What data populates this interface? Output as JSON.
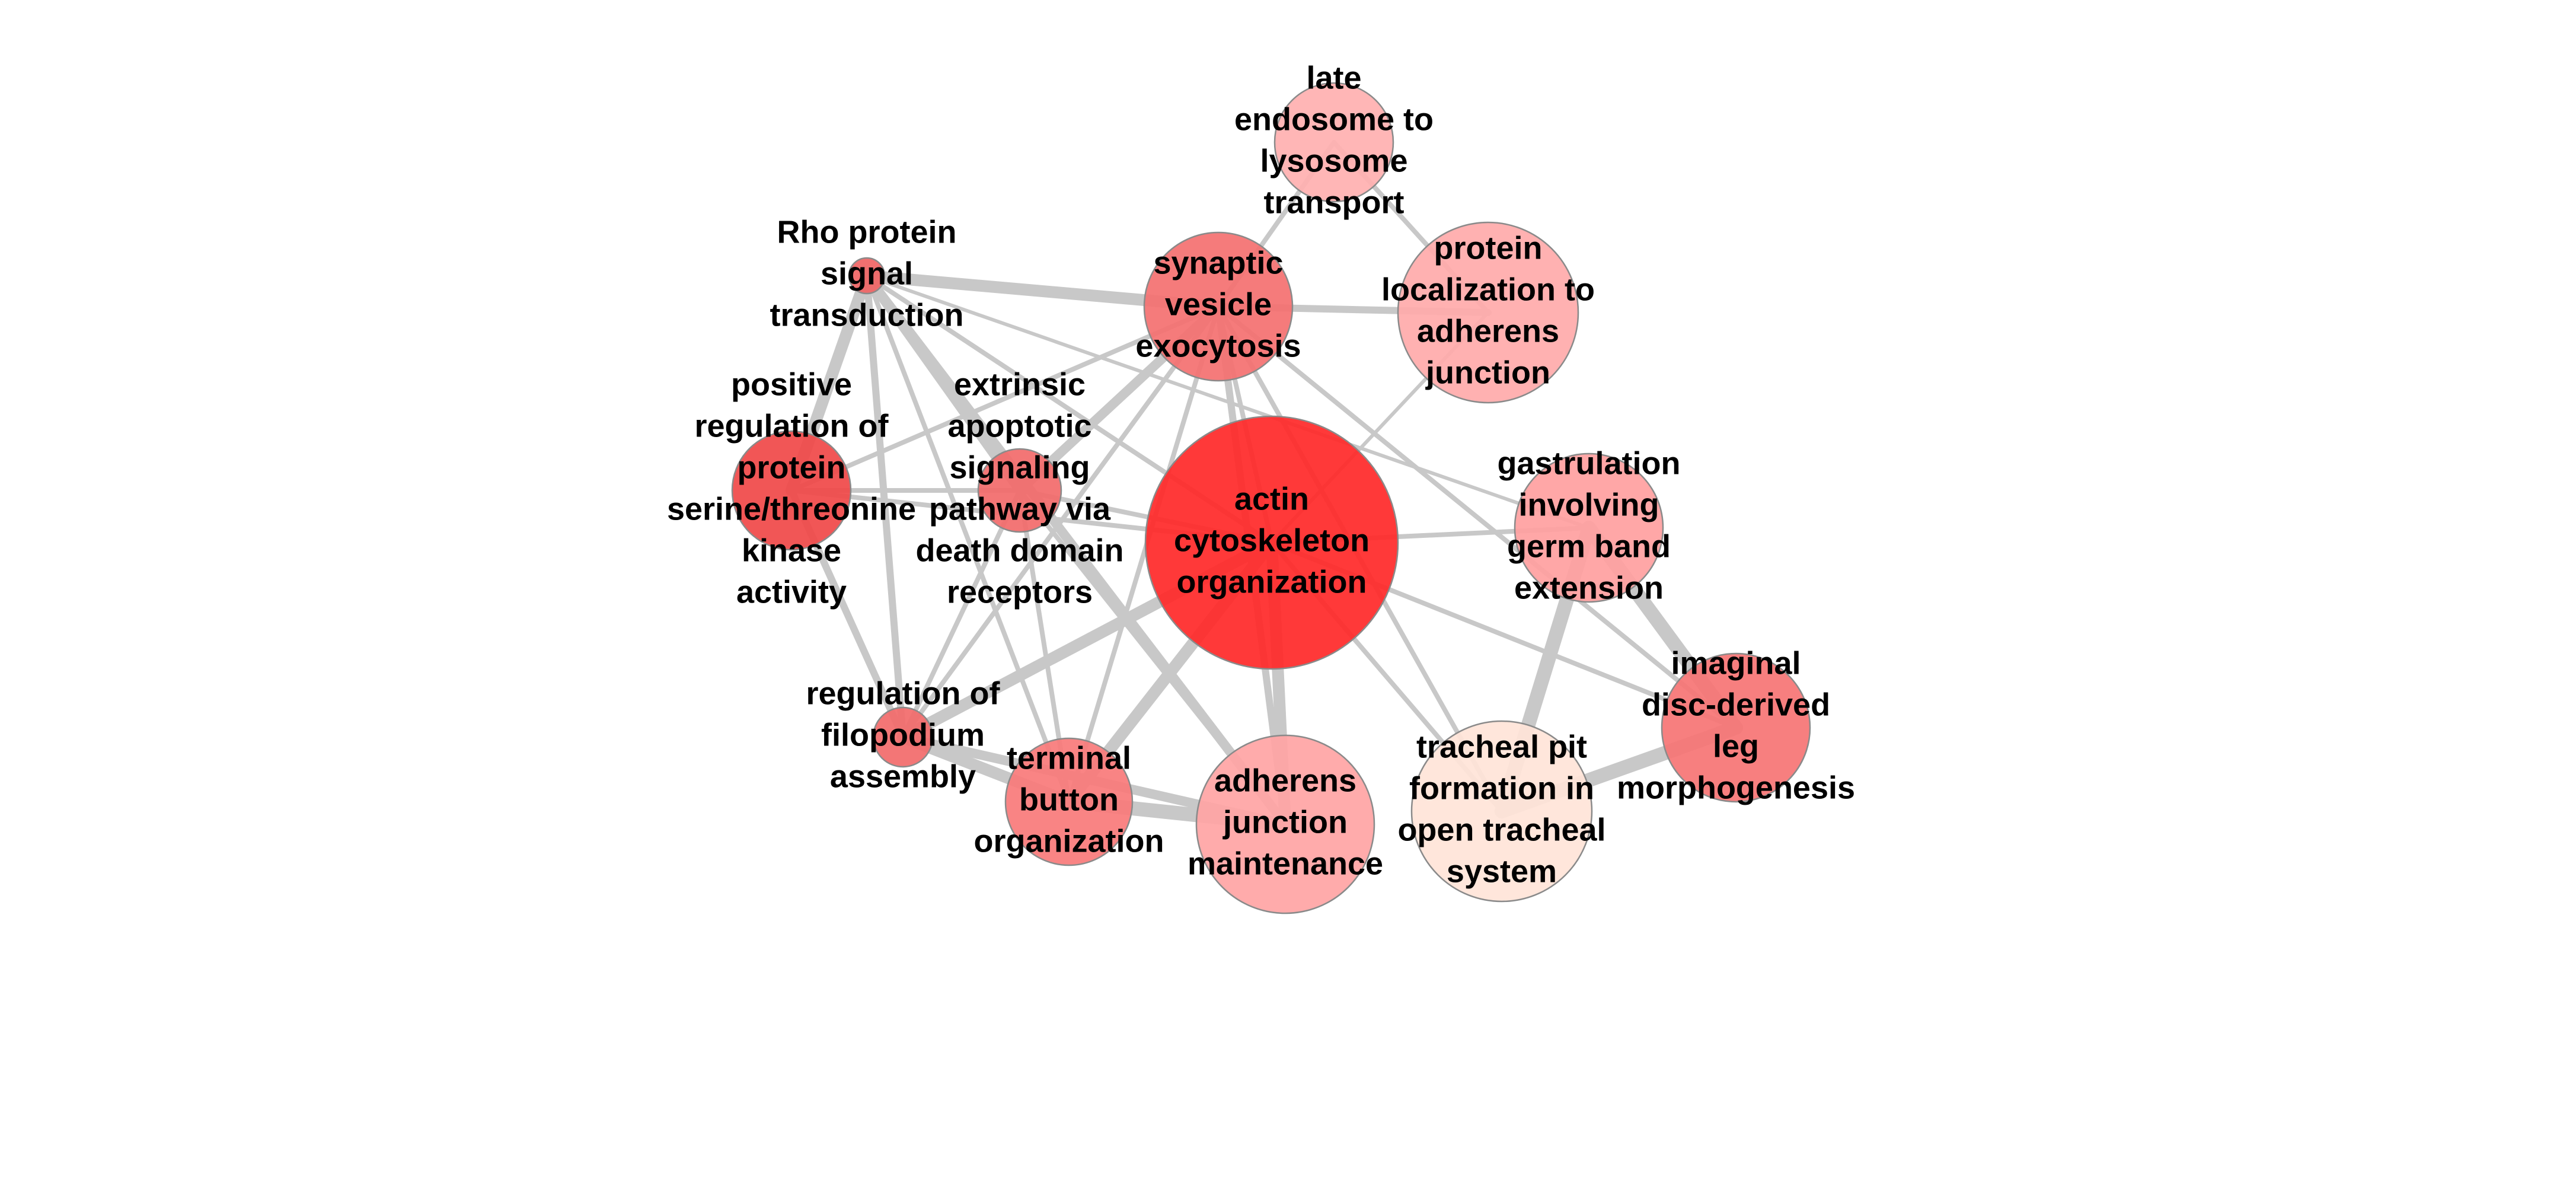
{
  "graph": {
    "nodes": [
      {
        "id": "late_endosome",
        "label_lines": [
          "late",
          "endosome to",
          "lysosome",
          "transport"
        ],
        "color": "#ffb0b0"
      },
      {
        "id": "rho_signal",
        "label_lines": [
          "Rho protein",
          "signal",
          "transduction"
        ],
        "color": "#f06464"
      },
      {
        "id": "synaptic_vesicle",
        "label_lines": [
          "synaptic",
          "vesicle",
          "exocytosis"
        ],
        "color": "#f47070"
      },
      {
        "id": "protein_localization",
        "label_lines": [
          "protein",
          "localization to",
          "adherens",
          "junction"
        ],
        "color": "#ffaaaa"
      },
      {
        "id": "positive_regulation",
        "label_lines": [
          "positive",
          "regulation of",
          "protein",
          "serine/threonine",
          "kinase",
          "activity"
        ],
        "color": "#f04848"
      },
      {
        "id": "extrinsic_apoptotic",
        "label_lines": [
          "extrinsic",
          "apoptotic",
          "signaling",
          "pathway via",
          "death domain",
          "receptors"
        ],
        "color": "#f26a6a"
      },
      {
        "id": "actin_cytoskeleton",
        "label_lines": [
          "actin",
          "cytoskeleton",
          "organization"
        ],
        "color": "#ff2828"
      },
      {
        "id": "gastrulation",
        "label_lines": [
          "gastrulation",
          "involving",
          "germ band",
          "extension"
        ],
        "color": "#ffa0a0"
      },
      {
        "id": "regulation_filopodium",
        "label_lines": [
          "regulation of",
          "filopodium",
          "assembly"
        ],
        "color": "#f26a6a"
      },
      {
        "id": "terminal_button",
        "label_lines": [
          "terminal",
          "button",
          "organization"
        ],
        "color": "#f87a7a"
      },
      {
        "id": "adherens_maintenance",
        "label_lines": [
          "adherens",
          "junction",
          "maintenance"
        ],
        "color": "#ffa4a4"
      },
      {
        "id": "tracheal_pit",
        "label_lines": [
          "tracheal pit",
          "formation in",
          "open tracheal",
          "system"
        ],
        "color": "#ffe4d8"
      },
      {
        "id": "imaginal_disc",
        "label_lines": [
          "imaginal",
          "disc-derived",
          "leg",
          "morphogenesis"
        ],
        "color": "#f67474"
      }
    ],
    "edges": [
      {
        "source": "late_endosome",
        "target": "synaptic_vesicle",
        "weight": 2
      },
      {
        "source": "late_endosome",
        "target": "protein_localization",
        "weight": 2
      },
      {
        "source": "rho_signal",
        "target": "synaptic_vesicle",
        "weight": 5
      },
      {
        "source": "rho_signal",
        "target": "positive_regulation",
        "weight": 5
      },
      {
        "source": "rho_signal",
        "target": "extrinsic_apoptotic",
        "weight": 4
      },
      {
        "source": "rho_signal",
        "target": "regulation_filopodium",
        "weight": 3
      },
      {
        "source": "rho_signal",
        "target": "actin_cytoskeleton",
        "weight": 2
      },
      {
        "source": "rho_signal",
        "target": "terminal_button",
        "weight": 2
      },
      {
        "source": "rho_signal",
        "target": "adherens_maintenance",
        "weight": 4
      },
      {
        "source": "rho_signal",
        "target": "gastrulation",
        "weight": 1.5
      },
      {
        "source": "synaptic_vesicle",
        "target": "protein_localization",
        "weight": 3
      },
      {
        "source": "synaptic_vesicle",
        "target": "positive_regulation",
        "weight": 2
      },
      {
        "source": "synaptic_vesicle",
        "target": "extrinsic_apoptotic",
        "weight": 4
      },
      {
        "source": "synaptic_vesicle",
        "target": "actin_cytoskeleton",
        "weight": 2
      },
      {
        "source": "synaptic_vesicle",
        "target": "regulation_filopodium",
        "weight": 2
      },
      {
        "source": "synaptic_vesicle",
        "target": "terminal_button",
        "weight": 2
      },
      {
        "source": "synaptic_vesicle",
        "target": "adherens_maintenance",
        "weight": 3
      },
      {
        "source": "synaptic_vesicle",
        "target": "tracheal_pit",
        "weight": 2
      },
      {
        "source": "positive_regulation",
        "target": "extrinsic_apoptotic",
        "weight": 2
      },
      {
        "source": "positive_regulation",
        "target": "actin_cytoskeleton",
        "weight": 2
      },
      {
        "source": "positive_regulation",
        "target": "regulation_filopodium",
        "weight": 3
      },
      {
        "source": "extrinsic_apoptotic",
        "target": "actin_cytoskeleton",
        "weight": 2
      },
      {
        "source": "extrinsic_apoptotic",
        "target": "regulation_filopodium",
        "weight": 2
      },
      {
        "source": "extrinsic_apoptotic",
        "target": "terminal_button",
        "weight": 2
      },
      {
        "source": "extrinsic_apoptotic",
        "target": "adherens_maintenance",
        "weight": 2
      },
      {
        "source": "actin_cytoskeleton",
        "target": "gastrulation",
        "weight": 2
      },
      {
        "source": "actin_cytoskeleton",
        "target": "imaginal_disc",
        "weight": 2
      },
      {
        "source": "actin_cytoskeleton",
        "target": "regulation_filopodium",
        "weight": 5
      },
      {
        "source": "actin_cytoskeleton",
        "target": "terminal_button",
        "weight": 5
      },
      {
        "source": "actin_cytoskeleton",
        "target": "adherens_maintenance",
        "weight": 5
      },
      {
        "source": "actin_cytoskeleton",
        "target": "tracheal_pit",
        "weight": 2
      },
      {
        "source": "gastrulation",
        "target": "imaginal_disc",
        "weight": 6
      },
      {
        "source": "gastrulation",
        "target": "tracheal_pit",
        "weight": 6
      },
      {
        "source": "regulation_filopodium",
        "target": "terminal_button",
        "weight": 5
      },
      {
        "source": "regulation_filopodium",
        "target": "adherens_maintenance",
        "weight": 4
      },
      {
        "source": "terminal_button",
        "target": "adherens_maintenance",
        "weight": 6
      },
      {
        "source": "tracheal_pit",
        "target": "imaginal_disc",
        "weight": 6
      },
      {
        "source": "synaptic_vesicle",
        "target": "imaginal_disc",
        "weight": 2
      },
      {
        "source": "actin_cytoskeleton",
        "target": "protein_localization",
        "weight": 1.5
      }
    ]
  }
}
